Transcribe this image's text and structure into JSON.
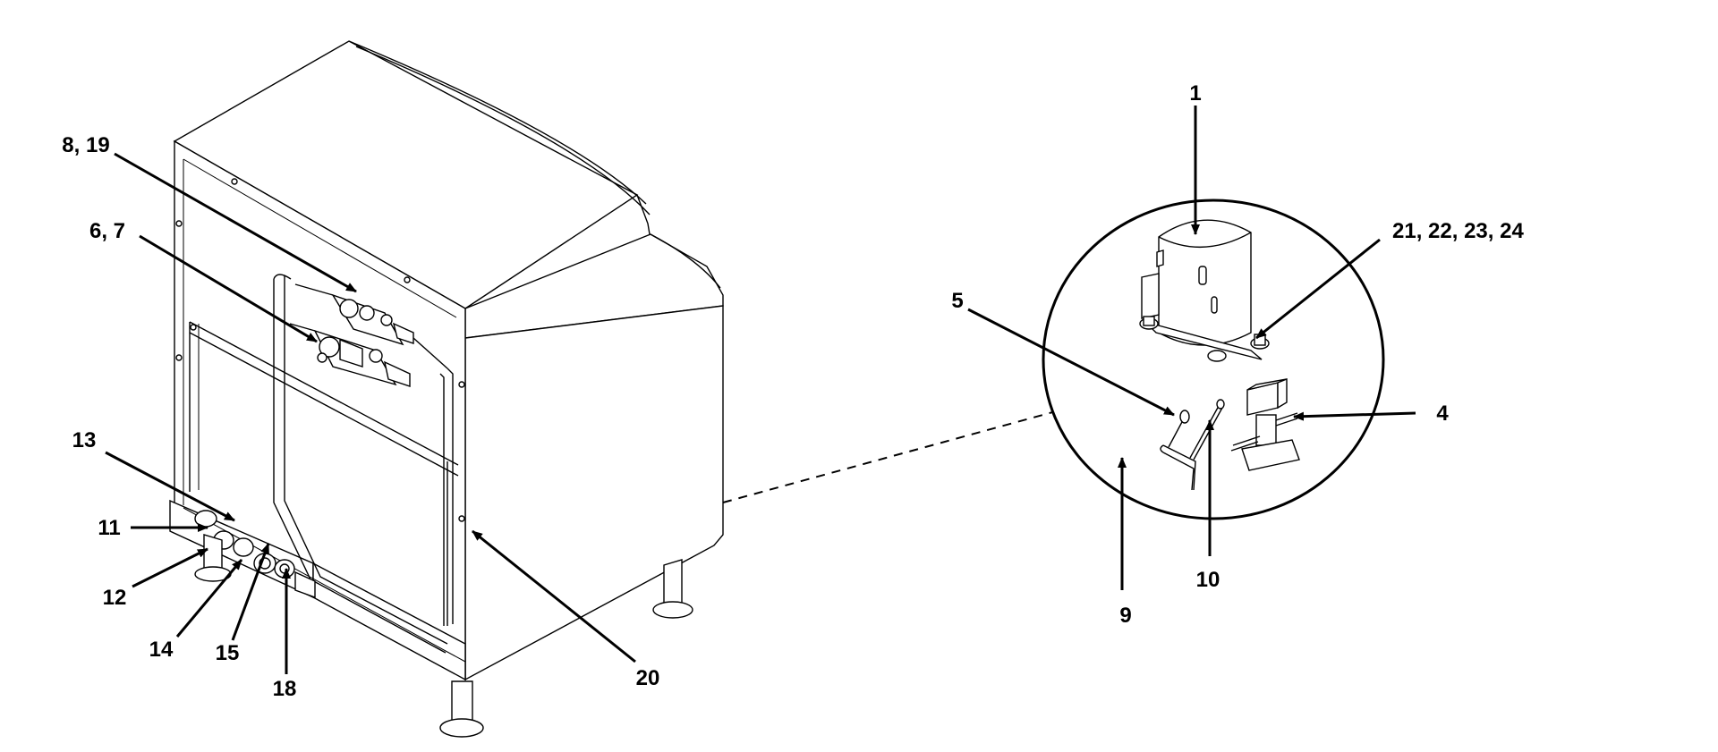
{
  "diagram": {
    "callouts": {
      "c1": "1",
      "c4": "4",
      "c5": "5",
      "c6_7": "6, 7",
      "c8_19": "8, 19",
      "c9": "9",
      "c10": "10",
      "c11": "11",
      "c12": "12",
      "c13": "13",
      "c14": "14",
      "c15": "15",
      "c18": "18",
      "c20": "20",
      "c21_24": "21, 22, 23, 24"
    }
  }
}
